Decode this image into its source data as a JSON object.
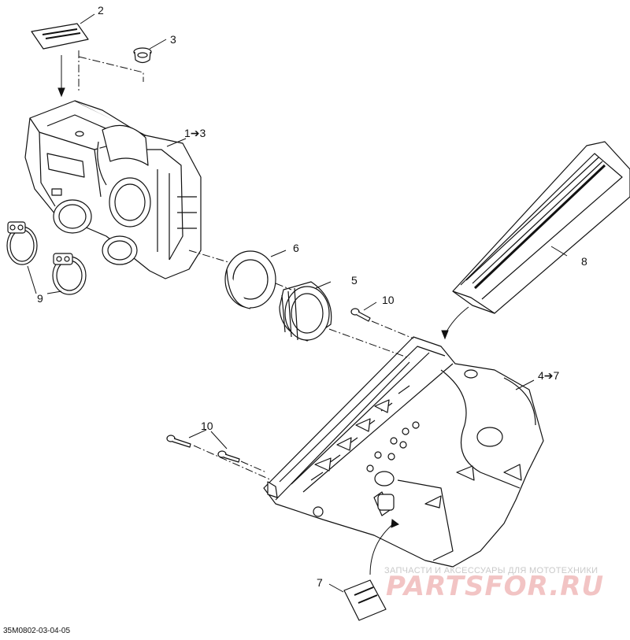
{
  "diagram": {
    "code": "35M0802-03-04-05",
    "callouts": {
      "c1": "1➔3",
      "c2": "2",
      "c3": "3",
      "c4": "4➔7",
      "c5": "5",
      "c6": "6",
      "c7": "7",
      "c8": "8",
      "c9": "9",
      "c10a": "10",
      "c10b": "10"
    }
  },
  "watermark": {
    "subtitle": "ЗАПЧАСТИ И АКСЕССУАРЫ ДЛЯ МОТОТЕХНИКИ",
    "brand": "PARTSFOR.RU"
  },
  "colors": {
    "line": "#111111",
    "fill": "#ffffff",
    "watermark": "#e03b3b"
  }
}
